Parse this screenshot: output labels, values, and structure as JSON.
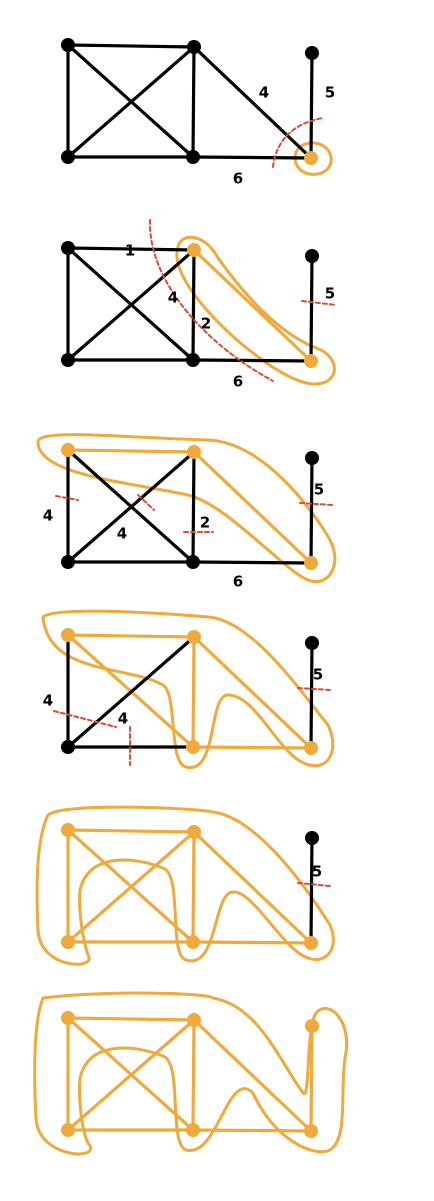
{
  "colors": {
    "edge": "#000000",
    "tree": "#f0a93b",
    "cut": "#d94a3a",
    "background": "#ffffff"
  },
  "nodes": [
    "A",
    "B",
    "C",
    "D",
    "E",
    "F"
  ],
  "panels": [
    {
      "tree_nodes": [
        "F"
      ],
      "edges": [
        {
          "from": "A",
          "to": "B",
          "tree": false,
          "weight": ""
        },
        {
          "from": "A",
          "to": "C",
          "tree": false,
          "weight": ""
        },
        {
          "from": "A",
          "to": "D",
          "tree": false,
          "weight": ""
        },
        {
          "from": "B",
          "to": "C",
          "tree": false,
          "weight": ""
        },
        {
          "from": "B",
          "to": "D",
          "tree": false,
          "weight": ""
        },
        {
          "from": "C",
          "to": "D",
          "tree": false,
          "weight": ""
        },
        {
          "from": "B",
          "to": "F",
          "tree": false,
          "weight": "4"
        },
        {
          "from": "D",
          "to": "F",
          "tree": false,
          "weight": "6"
        },
        {
          "from": "E",
          "to": "F",
          "tree": false,
          "weight": "5"
        }
      ]
    },
    {
      "tree_nodes": [
        "B",
        "F"
      ],
      "edges": [
        {
          "from": "A",
          "to": "B",
          "tree": false,
          "weight": "1"
        },
        {
          "from": "A",
          "to": "C",
          "tree": false,
          "weight": ""
        },
        {
          "from": "A",
          "to": "D",
          "tree": false,
          "weight": ""
        },
        {
          "from": "B",
          "to": "C",
          "tree": false,
          "weight": "4"
        },
        {
          "from": "B",
          "to": "D",
          "tree": false,
          "weight": "2"
        },
        {
          "from": "C",
          "to": "D",
          "tree": false,
          "weight": ""
        },
        {
          "from": "B",
          "to": "F",
          "tree": true,
          "weight": ""
        },
        {
          "from": "D",
          "to": "F",
          "tree": false,
          "weight": "6"
        },
        {
          "from": "E",
          "to": "F",
          "tree": false,
          "weight": "5"
        }
      ]
    },
    {
      "tree_nodes": [
        "A",
        "B",
        "F"
      ],
      "edges": [
        {
          "from": "A",
          "to": "B",
          "tree": true,
          "weight": ""
        },
        {
          "from": "A",
          "to": "C",
          "tree": false,
          "weight": "4"
        },
        {
          "from": "A",
          "to": "D",
          "tree": false,
          "weight": "4"
        },
        {
          "from": "B",
          "to": "C",
          "tree": false,
          "weight": ""
        },
        {
          "from": "B",
          "to": "D",
          "tree": false,
          "weight": "2"
        },
        {
          "from": "C",
          "to": "D",
          "tree": false,
          "weight": ""
        },
        {
          "from": "B",
          "to": "F",
          "tree": true,
          "weight": ""
        },
        {
          "from": "D",
          "to": "F",
          "tree": false,
          "weight": "6"
        },
        {
          "from": "E",
          "to": "F",
          "tree": false,
          "weight": "5"
        }
      ]
    },
    {
      "tree_nodes": [
        "A",
        "B",
        "D",
        "F"
      ],
      "edges": [
        {
          "from": "A",
          "to": "B",
          "tree": true,
          "weight": ""
        },
        {
          "from": "A",
          "to": "C",
          "tree": false,
          "weight": "4"
        },
        {
          "from": "A",
          "to": "D",
          "tree": true,
          "weight": ""
        },
        {
          "from": "B",
          "to": "C",
          "tree": false,
          "weight": "4"
        },
        {
          "from": "B",
          "to": "D",
          "tree": true,
          "weight": ""
        },
        {
          "from": "C",
          "to": "D",
          "tree": false,
          "weight": ""
        },
        {
          "from": "B",
          "to": "F",
          "tree": true,
          "weight": ""
        },
        {
          "from": "D",
          "to": "F",
          "tree": true,
          "weight": ""
        },
        {
          "from": "E",
          "to": "F",
          "tree": false,
          "weight": "5"
        }
      ]
    },
    {
      "tree_nodes": [
        "A",
        "B",
        "C",
        "D",
        "F"
      ],
      "edges": [
        {
          "from": "A",
          "to": "B",
          "tree": true,
          "weight": ""
        },
        {
          "from": "A",
          "to": "C",
          "tree": true,
          "weight": ""
        },
        {
          "from": "A",
          "to": "D",
          "tree": true,
          "weight": ""
        },
        {
          "from": "B",
          "to": "C",
          "tree": true,
          "weight": ""
        },
        {
          "from": "B",
          "to": "D",
          "tree": true,
          "weight": ""
        },
        {
          "from": "C",
          "to": "D",
          "tree": true,
          "weight": ""
        },
        {
          "from": "B",
          "to": "F",
          "tree": true,
          "weight": ""
        },
        {
          "from": "D",
          "to": "F",
          "tree": true,
          "weight": ""
        },
        {
          "from": "E",
          "to": "F",
          "tree": false,
          "weight": "5"
        }
      ]
    },
    {
      "tree_nodes": [
        "A",
        "B",
        "C",
        "D",
        "E",
        "F"
      ],
      "edges": [
        {
          "from": "A",
          "to": "B",
          "tree": true,
          "weight": ""
        },
        {
          "from": "A",
          "to": "C",
          "tree": true,
          "weight": ""
        },
        {
          "from": "A",
          "to": "D",
          "tree": true,
          "weight": ""
        },
        {
          "from": "B",
          "to": "C",
          "tree": true,
          "weight": ""
        },
        {
          "from": "B",
          "to": "D",
          "tree": true,
          "weight": ""
        },
        {
          "from": "C",
          "to": "D",
          "tree": true,
          "weight": ""
        },
        {
          "from": "B",
          "to": "F",
          "tree": true,
          "weight": ""
        },
        {
          "from": "D",
          "to": "F",
          "tree": true,
          "weight": ""
        },
        {
          "from": "E",
          "to": "F",
          "tree": true,
          "weight": ""
        }
      ]
    }
  ]
}
